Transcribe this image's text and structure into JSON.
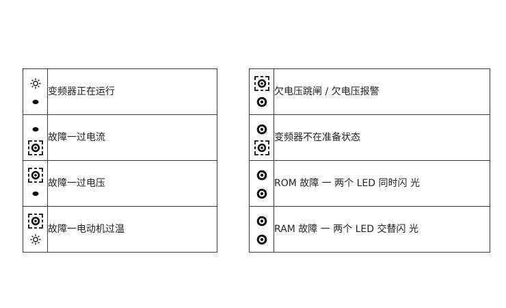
{
  "left_table": {
    "rows": [
      {
        "icons": [
          "led-flashing-icon",
          "led-off-icon"
        ],
        "label": "变频器正在运行"
      },
      {
        "icons": [
          "led-off-icon",
          "led-flashing-fast-icon"
        ],
        "label": "故障一过电流"
      },
      {
        "icons": [
          "led-flashing-fast-icon",
          "led-off-icon"
        ],
        "label": "故障一过电压"
      },
      {
        "icons": [
          "led-flashing-fast-icon",
          "led-flashing-icon"
        ],
        "label": "故障一电动机过温"
      }
    ]
  },
  "right_table": {
    "rows": [
      {
        "icons": [
          "led-flashing-fast-icon",
          "led-on-icon"
        ],
        "label": "欠电压跳闸 / 欠电压报警"
      },
      {
        "icons": [
          "led-on-icon",
          "led-flashing-fast-icon"
        ],
        "label": "变频器不在准备状态"
      },
      {
        "icons": [
          "led-on-icon",
          "led-on-icon"
        ],
        "label": "ROM 故障 一 两个 LED 同时闪 光"
      },
      {
        "icons": [
          "led-on-icon",
          "led-on-icon"
        ],
        "label": "RAM 故障 一 两个 LED 交替闪 光"
      }
    ]
  }
}
